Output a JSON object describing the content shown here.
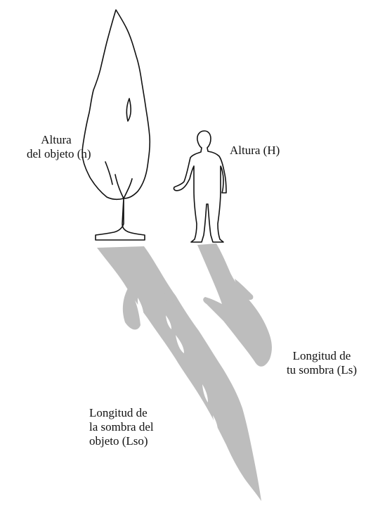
{
  "labels": {
    "tree_height": [
      "Altura",
      "del objeto (h)"
    ],
    "person_height": "Altura (H)",
    "person_shadow": [
      "Longitud de",
      "tu sombra (Ls)"
    ],
    "tree_shadow": [
      "Longitud de",
      "la sombra del",
      "objeto  (Lso)"
    ]
  },
  "colors": {
    "shadow": "#bdbdbd",
    "outline": "#111111",
    "background": "#ffffff"
  }
}
